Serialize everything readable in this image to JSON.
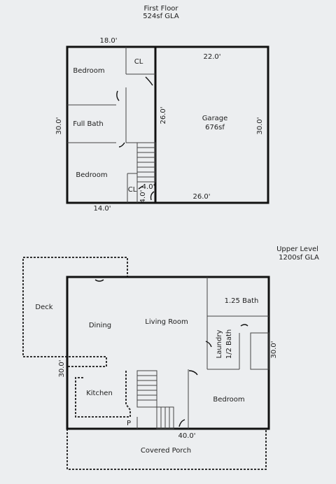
{
  "first_floor": {
    "title": "First Floor",
    "gla": "524sf GLA",
    "dims": {
      "top": "18.0'",
      "left": "30.0'",
      "bottom": "14.0'",
      "garage_top": "22.0'",
      "garage_left": "26.0'",
      "garage_right": "30.0'",
      "garage_bottom": "26.0'",
      "stair_w": "4.0'",
      "stair_h": "4.0'"
    },
    "rooms": {
      "bedroom_1": "Bedroom",
      "closet_1": "CL",
      "full_bath": "Full Bath",
      "bedroom_2": "Bedroom",
      "closet_2": "CL",
      "garage": "Garage",
      "garage_area": "676sf"
    }
  },
  "upper_level": {
    "title": "Upper Level",
    "gla": "1200sf GLA",
    "dims": {
      "left": "30.0'",
      "right": "30.0'",
      "bottom": "40.0'"
    },
    "rooms": {
      "deck": "Deck",
      "dining": "Dining",
      "living_room": "Living Room",
      "bath_125": "1.25 Bath",
      "laundry": "Laundry",
      "half_bath": "1/2 Bath",
      "kitchen": "Kitchen",
      "pantry": "P",
      "bedroom": "Bedroom",
      "covered_porch": "Covered Porch"
    }
  }
}
